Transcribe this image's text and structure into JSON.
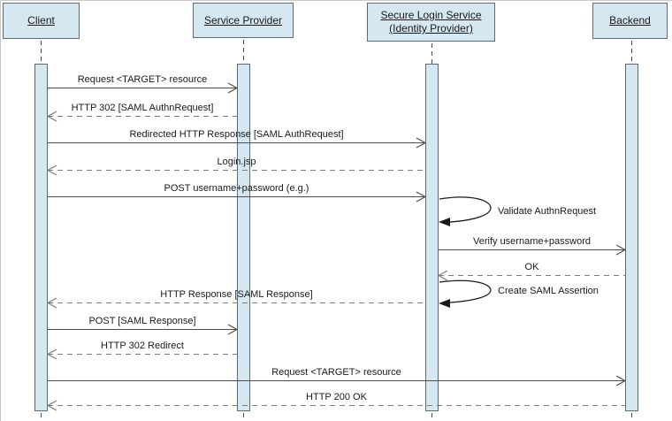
{
  "diagram_type": "uml-sequence",
  "actors": [
    {
      "label": "Client"
    },
    {
      "label": "Service Provider"
    },
    {
      "label": "Secure Login Service",
      "sublabel": "(Identity Provider)"
    },
    {
      "label": "Backend"
    }
  ],
  "messages": [
    {
      "label": "Request <TARGET> resource",
      "from": "Client",
      "to": "Service Provider",
      "style": "solid"
    },
    {
      "label": "HTTP 302 [SAML AuthnRequest]",
      "from": "Service Provider",
      "to": "Client",
      "style": "dashed"
    },
    {
      "label": "Redirected HTTP Response [SAML AuthRequest]",
      "from": "Client",
      "to": "Secure Login Service",
      "style": "solid"
    },
    {
      "label": "Login.jsp",
      "from": "Secure Login Service",
      "to": "Client",
      "style": "dashed"
    },
    {
      "label": "POST username+password (e.g.)",
      "from": "Client",
      "to": "Secure Login Service",
      "style": "solid"
    },
    {
      "label": "Verify username+password",
      "from": "Secure Login Service",
      "to": "Backend",
      "style": "solid"
    },
    {
      "label": "OK",
      "from": "Backend",
      "to": "Secure Login Service",
      "style": "dashed"
    },
    {
      "label": "HTTP Response [SAML Response]",
      "from": "Secure Login Service",
      "to": "Client",
      "style": "dashed"
    },
    {
      "label": "POST [SAML Response]",
      "from": "Client",
      "to": "Service Provider",
      "style": "solid"
    },
    {
      "label": "HTTP 302 Redirect",
      "from": "Service Provider",
      "to": "Client",
      "style": "dashed"
    },
    {
      "label": "Request <TARGET> resource",
      "from": "Client",
      "to": "Backend",
      "style": "solid"
    },
    {
      "label": "HTTP 200 OK",
      "from": "Backend",
      "to": "Client",
      "style": "dashed"
    }
  ],
  "self_messages": [
    {
      "label": "Validate AuthnRequest",
      "actor": "Secure Login Service"
    },
    {
      "label": "Create SAML Assertion",
      "actor": "Secure Login Service"
    }
  ],
  "colors": {
    "actor_fill": "#d5e8f1",
    "actor_border": "#5c6b73",
    "solid_line": "#4d4d4d",
    "dashed_line": "#7c7c7c",
    "self_loop": "#1a1a1a",
    "text": "#1a1a1a"
  }
}
